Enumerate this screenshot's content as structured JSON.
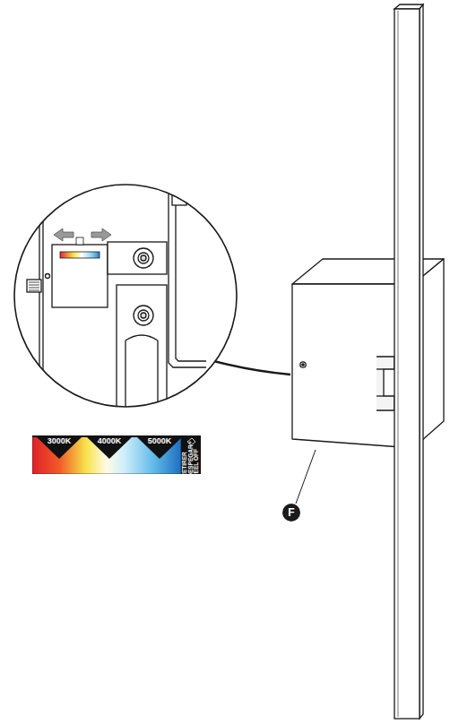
{
  "diagram": {
    "nodes": [
      {
        "text": [
          "3000K",
          "4000K",
          "5000K",
          "RETIRER DESPEGAR PEEL OFF"
        ]
      }
    ],
    "labels": [
      "F"
    ]
  }
}
